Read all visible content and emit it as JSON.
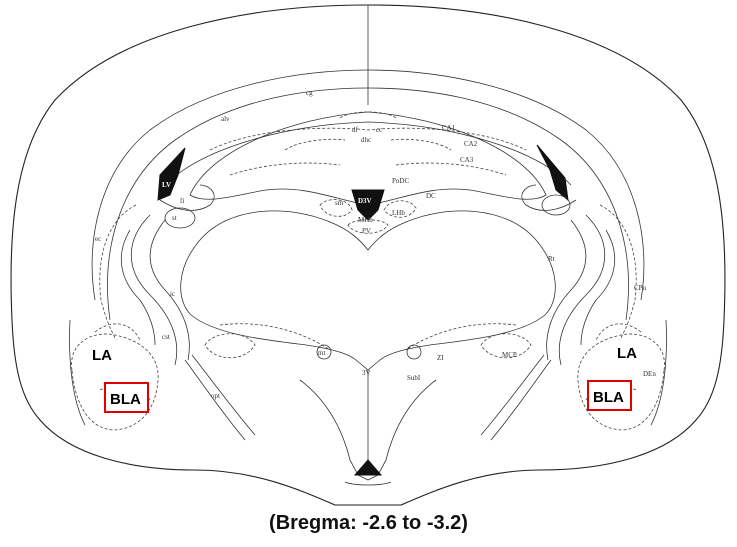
{
  "caption": "(Bregma: -2.6 to -3.2)",
  "highlight_color": "#e00000",
  "region_labels": {
    "la_left": "LA",
    "bla_left": "BLA",
    "la_right": "LA",
    "bla_right": "BLA"
  },
  "atlas_labels": {
    "cg": "cg",
    "alv": "alv",
    "df": "df",
    "cc": "cc",
    "dhc": "dhc",
    "ca1": "CA1",
    "ca2": "CA2",
    "ca3": "CA3",
    "podc": "PoDC",
    "dc": "DC",
    "lv": "LV",
    "fi": "fi",
    "st": "st",
    "sm": "sm",
    "d3v": "D3V",
    "lhb": "LHb",
    "mhb": "MHb",
    "pv": "PV",
    "ec": "ec",
    "ic": "ic",
    "opt": "opt",
    "cst": "cst",
    "mt": "mt",
    "zi": "ZI",
    "mcp": "MCP",
    "subi": "SubI",
    "v3": "3V",
    "rt": "Rt",
    "cpu": "CPu",
    "den": "DEn"
  }
}
